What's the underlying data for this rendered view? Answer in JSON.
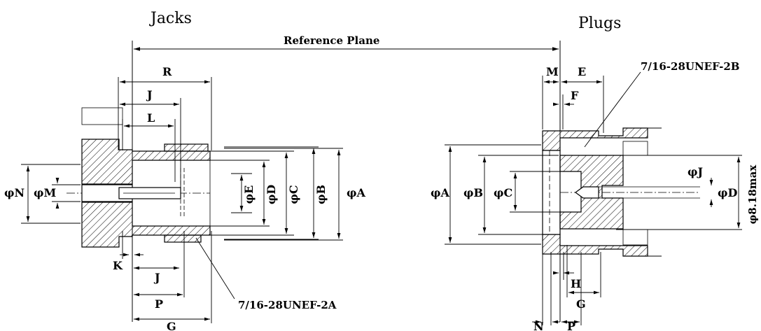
{
  "titles": {
    "jacks": "Jacks",
    "plugs": "Plugs",
    "reference_plane": "Reference Plane"
  },
  "jack": {
    "dims": {
      "R": "R",
      "J_top": "J",
      "L": "L",
      "K": "K",
      "J_bottom": "J",
      "P": "P",
      "G": "G",
      "phiN": "φN",
      "phiM": "φM",
      "phiE": "φE",
      "phiD": "φD",
      "phiC": "φC",
      "phiB": "φB",
      "phiA": "φA"
    },
    "thread": "7/16-28UNEF-2A"
  },
  "plug": {
    "dims": {
      "M": "M",
      "E": "E",
      "F": "F",
      "H": "H",
      "G": "G",
      "N": "N",
      "P": "P",
      "phiA": "φA",
      "phiB": "φB",
      "phiC": "φC",
      "phiJ": "φJ",
      "phiD": "φD"
    },
    "thread": "7/16-28UNEF-2B",
    "max_dia": "φ8.18max"
  },
  "colors": {
    "ink": "#000000",
    "background": "#ffffff"
  }
}
